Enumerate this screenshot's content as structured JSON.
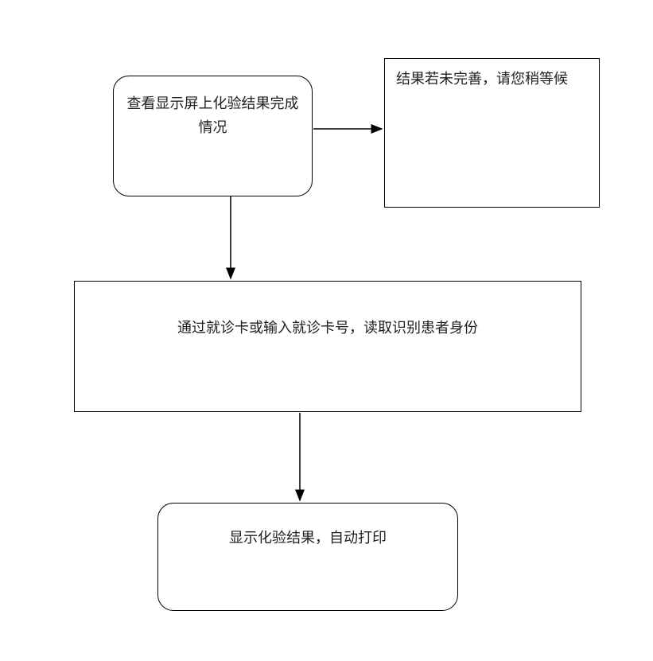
{
  "diagram": {
    "type": "flowchart",
    "nodes": {
      "check_screen": {
        "shape": "rounded-rectangle",
        "lines": [
          "查看显示屏上化验结果完成",
          "情况"
        ]
      },
      "wait_notice": {
        "shape": "rectangle",
        "text": "结果若未完善，请您稍等候"
      },
      "read_card": {
        "shape": "rectangle",
        "text": "通过就诊卡或输入就诊卡号，读取识别患者身份"
      },
      "show_result": {
        "shape": "rounded-rectangle",
        "text": "显示化验结果，自动打印"
      }
    },
    "edges": [
      {
        "from": "check_screen",
        "to": "wait_notice",
        "direction": "right"
      },
      {
        "from": "check_screen",
        "to": "read_card",
        "direction": "down"
      },
      {
        "from": "read_card",
        "to": "show_result",
        "direction": "down"
      }
    ],
    "colors": {
      "stroke": "#000000",
      "text": "#1f1f1f",
      "background": "#ffffff"
    }
  }
}
